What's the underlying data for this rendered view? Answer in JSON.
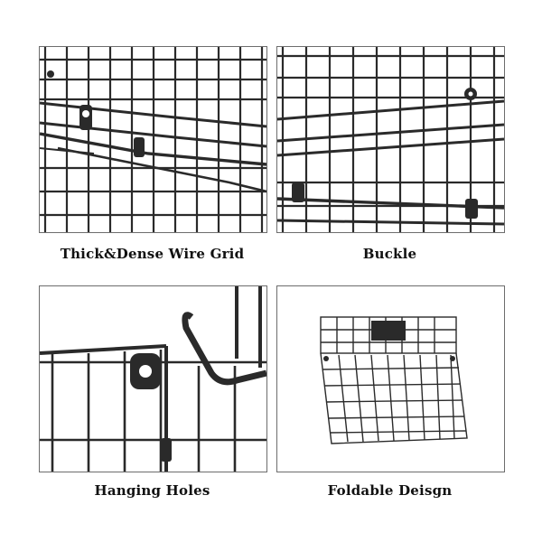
{
  "panels": [
    {
      "caption": "Thick&Dense Wire Grid",
      "subject": "wire-grid-closeup"
    },
    {
      "caption": "Buckle",
      "subject": "buckle-closeup"
    },
    {
      "caption": "Hanging Holes",
      "subject": "hanging-hook-closeup"
    },
    {
      "caption": "Foldable Deisgn",
      "subject": "folded-basket"
    }
  ],
  "colors": {
    "wire": "#2a2a2a",
    "frame": "#6d6d6d",
    "caption": "#111111",
    "background": "#ffffff"
  }
}
